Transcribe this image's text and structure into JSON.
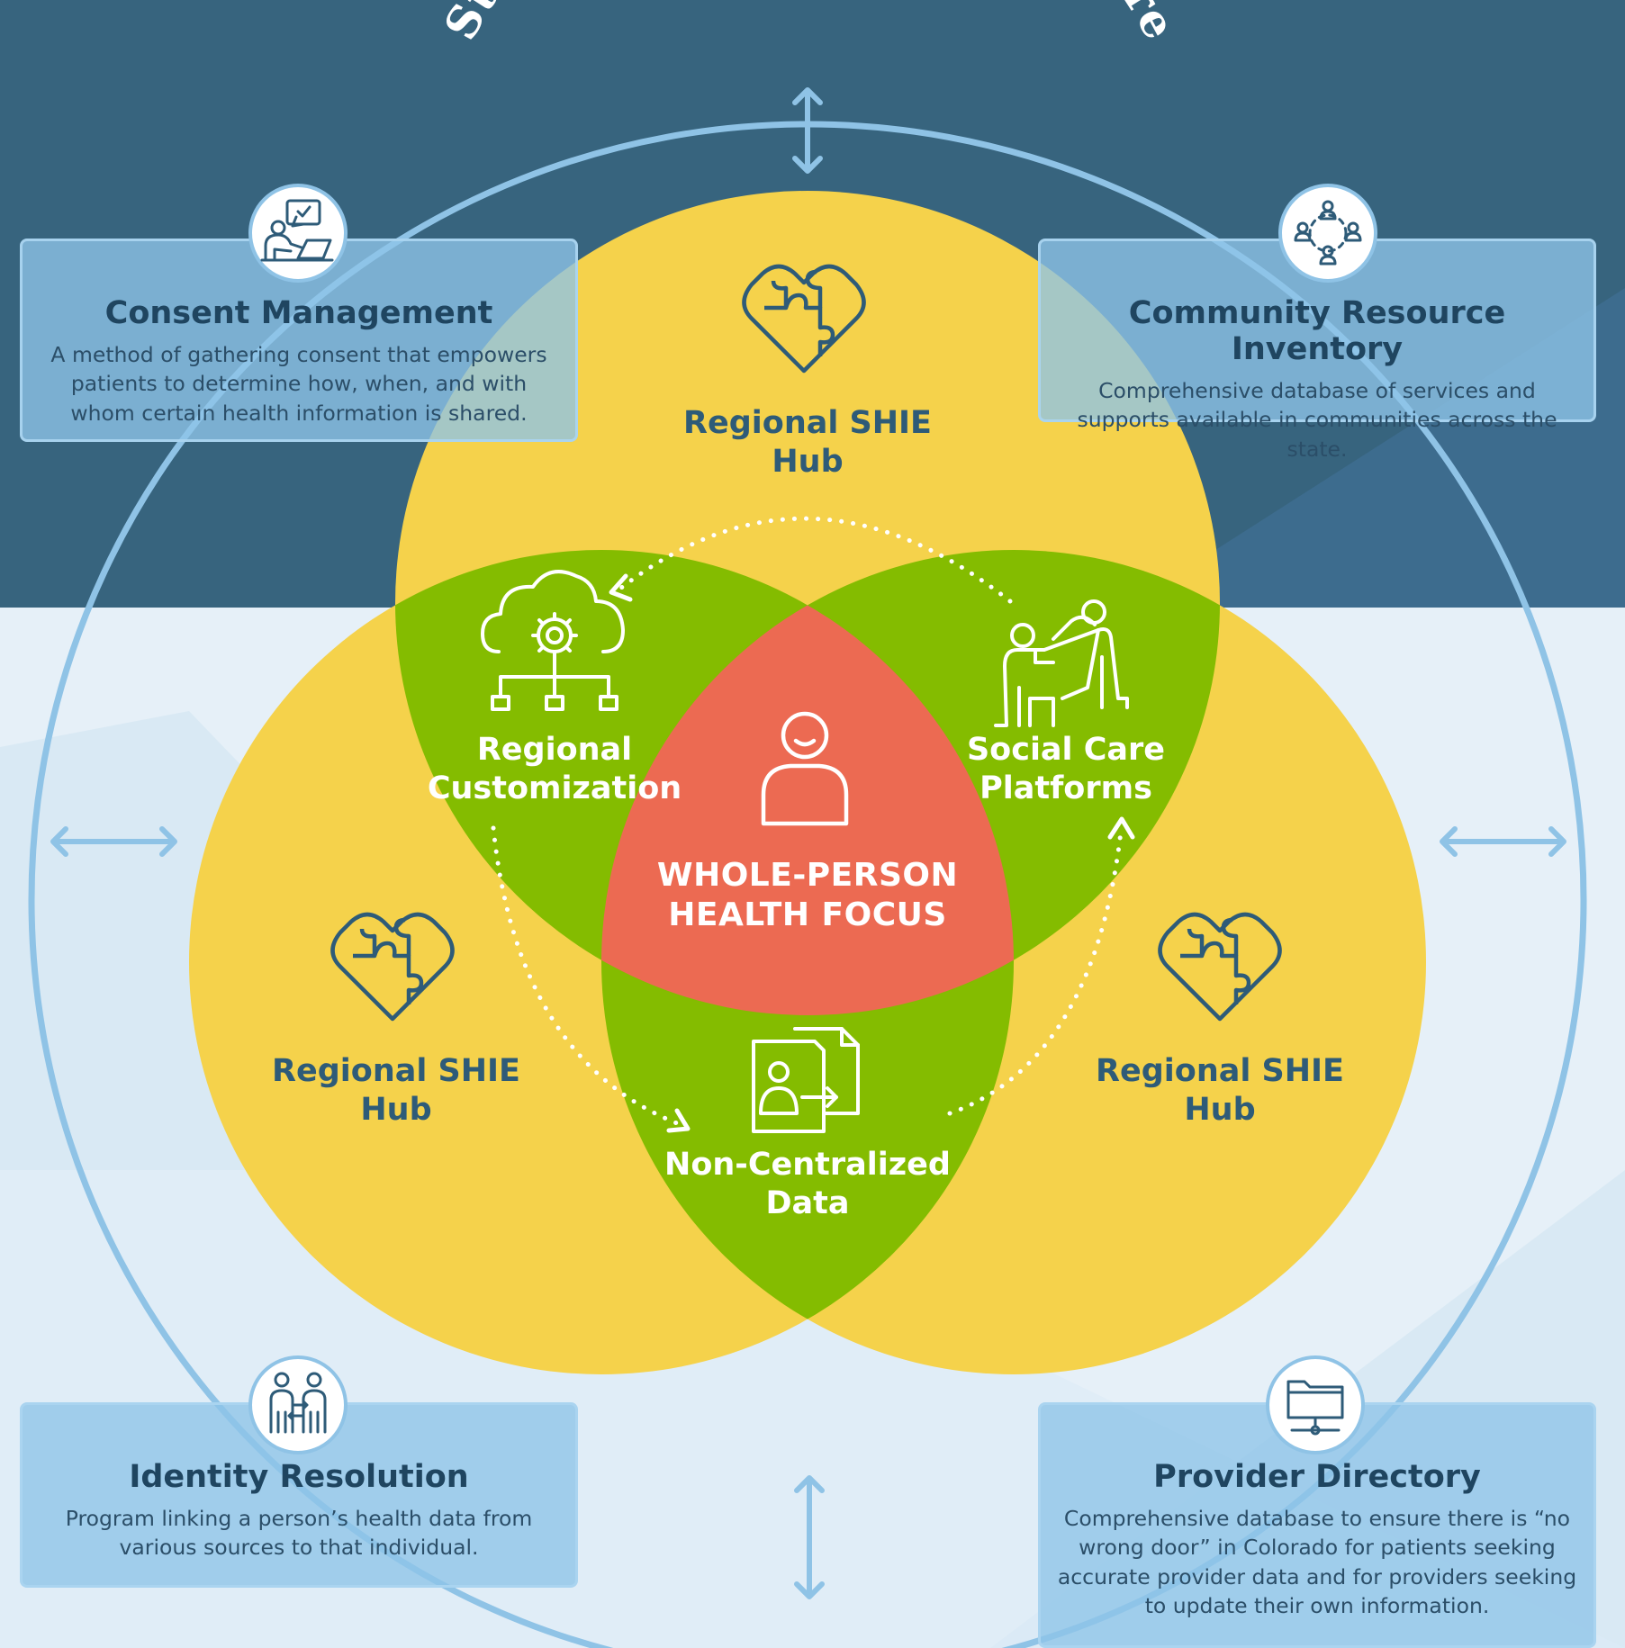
{
  "title": "Statewide Unifying Architecture",
  "colors": {
    "dark_band": "#37647e",
    "light_band": "#e6f0f8",
    "ring": "#8fc3e6",
    "hub_yellow": "#f5d24b",
    "overlap_green": "#84bc00",
    "center_red": "#ec6a52",
    "card_blue": "#8ec4e8",
    "hub_text": "#2e5b78"
  },
  "hubs": {
    "top": {
      "label": "Regional SHIE Hub",
      "icon": "puzzle-heart-icon"
    },
    "left": {
      "label": "Regional SHIE Hub",
      "icon": "puzzle-heart-icon"
    },
    "right": {
      "label": "Regional SHIE Hub",
      "icon": "puzzle-heart-icon"
    }
  },
  "overlaps": {
    "top_left": {
      "label": "Regional Customization",
      "icon": "cloud-gear-network-icon"
    },
    "top_right": {
      "label": "Social Care Platforms",
      "icon": "helping-hand-icon"
    },
    "bottom": {
      "label": "Non-Centralized Data",
      "icon": "document-transfer-icon"
    }
  },
  "center": {
    "label": "WHOLE-PERSON HEALTH FOCUS",
    "icon": "person-smile-icon"
  },
  "cards": {
    "consent": {
      "title": "Consent Management",
      "text": "A method of gathering consent that empowers patients to determine how, when, and with whom certain health information is shared.",
      "icon": "person-laptop-chat-icon"
    },
    "community": {
      "title": "Community Resource Inventory",
      "text": "Comprehensive database of services and supports available in communities across the state.",
      "icon": "people-network-icon"
    },
    "identity": {
      "title": "Identity Resolution",
      "text": "Program linking a person’s health data from various sources to that individual.",
      "icon": "people-exchange-icon"
    },
    "provider": {
      "title": "Provider Directory",
      "text": "Comprehensive database to ensure there is “no wrong door” in Colorado for patients seeking accurate provider data and for providers seeking to update their own information.",
      "icon": "folder-network-icon"
    }
  },
  "connectors": [
    "double-arrow-top",
    "double-arrow-bottom",
    "double-arrow-left",
    "double-arrow-right"
  ]
}
